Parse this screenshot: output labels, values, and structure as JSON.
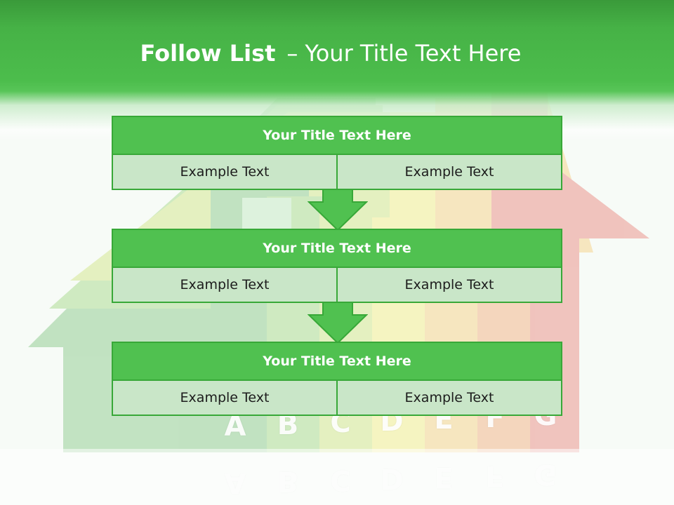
{
  "slide": {
    "title_bold": "Follow List",
    "title_dash": "–",
    "title_rest": "Your Title Text Here"
  },
  "background": {
    "letters": [
      "A",
      "B",
      "C",
      "D",
      "E",
      "F",
      "G"
    ],
    "bar_colors": [
      "#3aa53a",
      "#6cc23a",
      "#b5d534",
      "#f3e43a",
      "#f4b232",
      "#ee7a2a",
      "#e0352c"
    ]
  },
  "blocks": [
    {
      "title": "Your Title Text Here",
      "left": "Example Text",
      "right": "Example Text"
    },
    {
      "title": "Your Title Text Here",
      "left": "Example Text",
      "right": "Example Text"
    },
    {
      "title": "Your Title Text Here",
      "left": "Example Text",
      "right": "Example Text"
    }
  ],
  "colors": {
    "header_green": "#46b246",
    "title_box": "#50c150",
    "cell_fill": "#c9e6c8",
    "border": "#38a838"
  }
}
